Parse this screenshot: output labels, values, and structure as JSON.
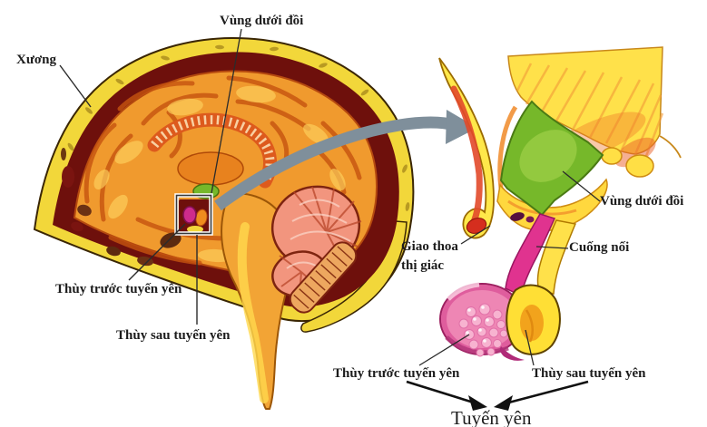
{
  "labels": {
    "bone": "Xương",
    "hypothalamus_top": "Vùng dưới đồi",
    "anterior_pituitary_left": "Thùy trước tuyến yên",
    "posterior_pituitary_left": "Thùy sau tuyến yên",
    "optic_chiasm": "Giao thoa\nthị giác",
    "hypothalamus_right": "Vùng dưới đồi",
    "connecting_stalk": "Cuống nối",
    "anterior_pituitary_right": "Thùy trước tuyến yên",
    "posterior_pituitary_right": "Thùy sau tuyến yên",
    "pituitary_gland": "Tuyến yên"
  },
  "colors": {
    "skull_bone": "#f2d73a",
    "meninges": "#6e100c",
    "cortex": "#f09a2e",
    "cerebellum": "#f2957e",
    "hypothalamus_green": "#76b82a",
    "anterior_pituitary_pink": "#ee86b4",
    "posterior_pituitary_yellow": "#ffdf35",
    "stalk_magenta": "#e0338f",
    "magnify_arrow": "#7f8f9b",
    "label_text": "#1c1c1c"
  }
}
